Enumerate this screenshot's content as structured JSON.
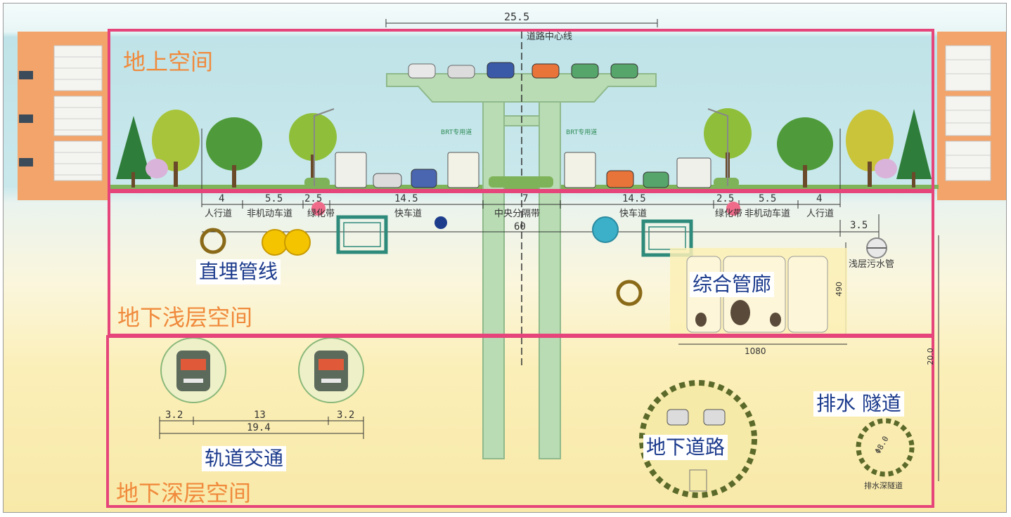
{
  "zones": {
    "above": "地上空间",
    "shallow": "地下浅层空间",
    "deep": "地下深层空间"
  },
  "labels": {
    "direct_buried": "直埋管线",
    "utility_tunnel": "综合管廊",
    "rail_transit": "轨道交通",
    "underground_road": "地下道路",
    "drainage_tunnel": "排水 隧道"
  },
  "road": {
    "top_width": "25.5",
    "centerline": "道路中心线",
    "brt_left": "BRT专用道",
    "brt_right": "BRT专用道",
    "total_width": "60",
    "segments": [
      {
        "width": "4",
        "name": "人行道"
      },
      {
        "width": "5.5",
        "name": "非机动车道"
      },
      {
        "width": "2.5",
        "name": "绿化带"
      },
      {
        "width": "14.5",
        "name": "快车道"
      },
      {
        "width": "7",
        "name": "中央分隔带"
      },
      {
        "width": "14.5",
        "name": "快车道"
      },
      {
        "width": "2.5",
        "name": "绿化带"
      },
      {
        "width": "5.5",
        "name": "非机动车道"
      },
      {
        "width": "4",
        "name": "人行道"
      }
    ]
  },
  "shallow": {
    "sewer_offset": "3.5",
    "sewer_label": "浅层污水管",
    "gallery_width": "1080",
    "gallery_height": "490",
    "depth_label": "20.0"
  },
  "rail": {
    "dims": [
      "3.2",
      "13",
      "3.2"
    ],
    "total": "19.4"
  },
  "drainage": {
    "diameter": "Φ8.0",
    "caption": "排水深隧道"
  },
  "colors": {
    "zone_border": "#e5457a",
    "zone_title": "#f08a3c",
    "label_blue": "#1b3a8c",
    "structure": "#b9dcb4"
  }
}
